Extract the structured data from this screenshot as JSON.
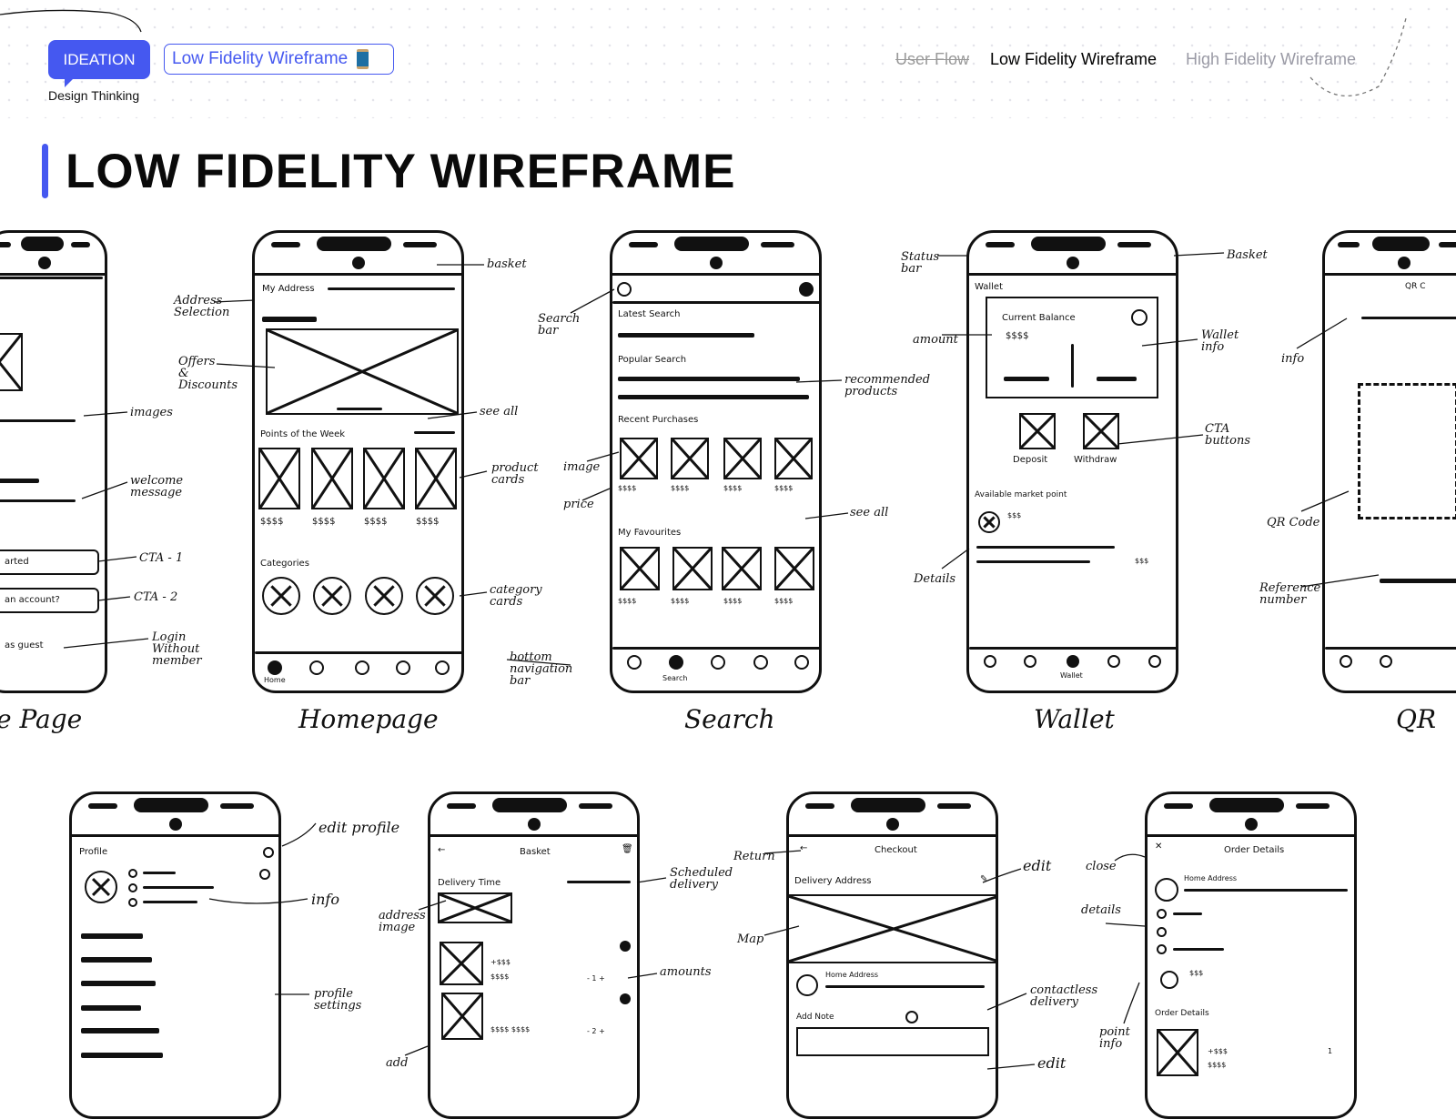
{
  "header": {
    "badge": "IDEATION",
    "chip": "Low Fidelity Wireframe",
    "chip_icon": "spool-of-thread",
    "subtitle": "Design Thinking",
    "accent": "#4558f0",
    "nav": [
      {
        "label": "User Flow",
        "state": "done"
      },
      {
        "label": "Low Fidelity Wireframe",
        "state": "current"
      },
      {
        "label": "High Fidelity Wireframe",
        "state": "upcoming"
      }
    ]
  },
  "title": "LOW FIDELITY WIREFRAME",
  "captions": [
    "e Page",
    "Homepage",
    "Search",
    "Wallet",
    "QR"
  ],
  "screens": {
    "welcome": [
      "arted",
      "an account?",
      "as guest"
    ],
    "homepage": {
      "address": "My Address",
      "points": "Points of the Week",
      "categories": "Categories",
      "home": "Home",
      "price": "$$$$"
    },
    "search": {
      "latest": "Latest Search",
      "popular": "Popular Search",
      "recent": "Recent Purchases",
      "favourites": "My Favourites",
      "nav": "Search",
      "price": "$$$$"
    },
    "wallet": {
      "title": "Wallet",
      "balance": "Current Balance",
      "amount": "$$$$",
      "deposit": "Deposit",
      "withdraw": "Withdraw",
      "market": "Available market point",
      "points": "$$$",
      "value": "$$$",
      "nav": "Wallet"
    },
    "qr": {
      "title": "QR C"
    },
    "profile": {
      "title": "Profile"
    },
    "basket": {
      "title": "Basket",
      "delivery": "Delivery Time",
      "old": "+$$$",
      "price": "$$$$",
      "qty1": "- 1 +",
      "price2": "$$$$ $$$$",
      "qty2": "- 2 +"
    },
    "checkout": {
      "title": "Checkout",
      "delivery": "Delivery Address",
      "home": "Home Address",
      "note": "Add Note"
    },
    "order": {
      "title": "Order Details",
      "home": "Home Address",
      "points": "$$$",
      "details": "Order Details",
      "old": "+$$$",
      "price": "$$$$",
      "qty": "1"
    }
  },
  "annotations": {
    "images": "images",
    "welcome": "welcome\nmessage",
    "cta1": "CTA - 1",
    "cta2": "CTA - 2",
    "login": "Login\nWithout\nmember",
    "basket": "basket",
    "address": "Address\nSelection",
    "offers": "Offers\n&\nDiscounts",
    "seeall": "see all",
    "product": "product\ncards",
    "category": "category\ncards",
    "bottomnav": "bottom\nnavigation\nbar",
    "searchbar": "Search\nbar",
    "recommended": "recommended\nproducts",
    "image": "image",
    "price": "price",
    "seeall2": "see all",
    "status": "Status\nbar",
    "basket2": "Basket",
    "amount": "amount",
    "walletinfo": "Wallet\ninfo",
    "cta": "CTA\nbuttons",
    "details": "Details",
    "info": "info",
    "qrcode": "QR Code",
    "reference": "Reference\nnumber",
    "editprofile": "edit profile",
    "info2": "info",
    "profilesettings": "profile\nsettings",
    "scheduled": "Scheduled\ndelivery",
    "addressimage": "address\nimage",
    "amounts": "amounts",
    "add": "add",
    "edit": "edit",
    "return": "Return",
    "map": "Map",
    "contactless": "contactless\ndelivery",
    "edit2": "edit",
    "close": "close",
    "details2": "details",
    "pointinfo": "point\ninfo"
  }
}
